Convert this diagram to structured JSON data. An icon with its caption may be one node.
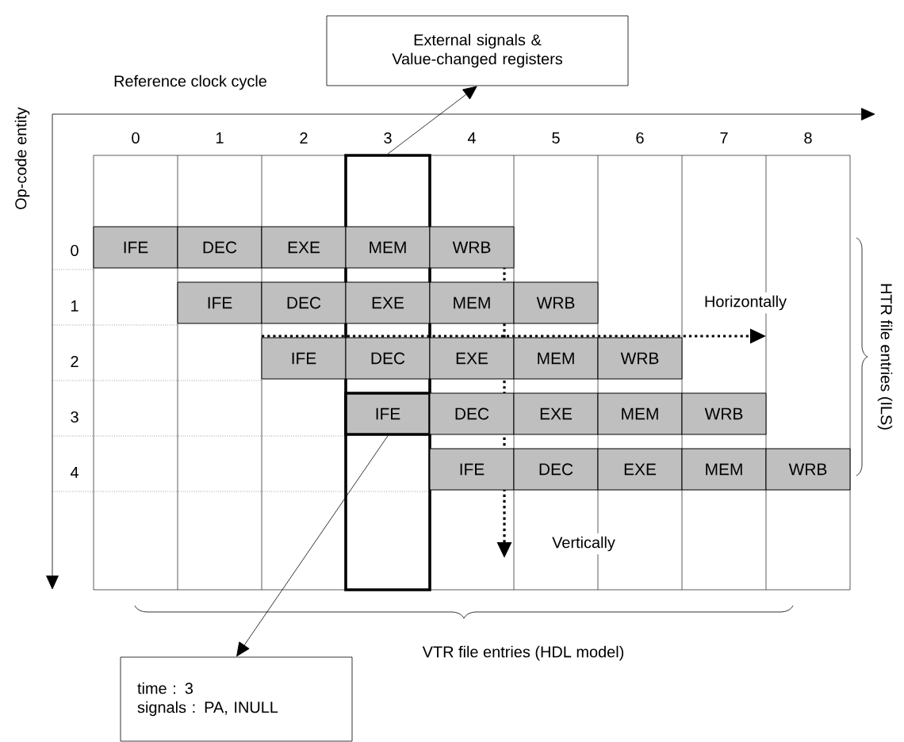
{
  "diagram": {
    "nodes": [
      {
        "text": [
          "External signals & Value-changed registers"
        ]
      },
      {
        "text": [],
        "shape": "box"
      },
      {
        "text": [
          "IFE"
        ]
      },
      {
        "text": [
          "DEC"
        ]
      },
      {
        "text": [
          "EXE"
        ]
      },
      {
        "text": [
          "MEM"
        ],
        "in": 1
      },
      {
        "text": [
          "WRB"
        ]
      },
      {
        "text": [
          "IFE"
        ]
      },
      {
        "text": [
          "DEC"
        ]
      },
      {
        "text": [
          "EXE"
        ],
        "in": 1
      },
      {
        "text": [
          "MEM"
        ]
      },
      {
        "text": [
          "WRB"
        ]
      },
      {
        "text": [
          "IFE"
        ]
      },
      {
        "text": [
          "DEC"
        ],
        "in": 1
      },
      {
        "text": [
          "EXE"
        ]
      },
      {
        "text": [
          "MEM"
        ]
      },
      {
        "text": [
          "WRB"
        ]
      },
      {
        "text": [
          "IFE"
        ],
        "in": 1
      },
      {
        "text": [
          "DEC"
        ]
      },
      {
        "text": [
          "EXE"
        ]
      },
      {
        "text": [
          "MEM"
        ]
      },
      {
        "text": [
          "WRB"
        ]
      },
      {
        "text": [
          "IFE"
        ]
      },
      {
        "text": [
          "DEC"
        ]
      },
      {
        "text": [
          "EXE"
        ]
      },
      {
        "text": [
          "MEM"
        ]
      },
      {
        "text": [
          "WRB"
        ]
      },
      {
        "text": [
          "time    : 3",
          "signals : PA, INULL"
        ]
      }
    ],
    "edges": [
      {
        "from": 1,
        "to": 0,
        "arrow": "to"
      },
      {
        "from": 17,
        "to": 27,
        "arrow": "to"
      }
    ],
    "labels": [
      "Reference clock cycle",
      "Op-code entity",
      "0",
      "1",
      "2",
      "3",
      "4",
      "5",
      "6",
      "7",
      "8",
      "0",
      "1",
      "2",
      "3",
      "4",
      "Horizontally",
      "Vertically",
      "HTR file entries (ILS)",
      "VTR file entries (HDL model)"
    ]
  }
}
